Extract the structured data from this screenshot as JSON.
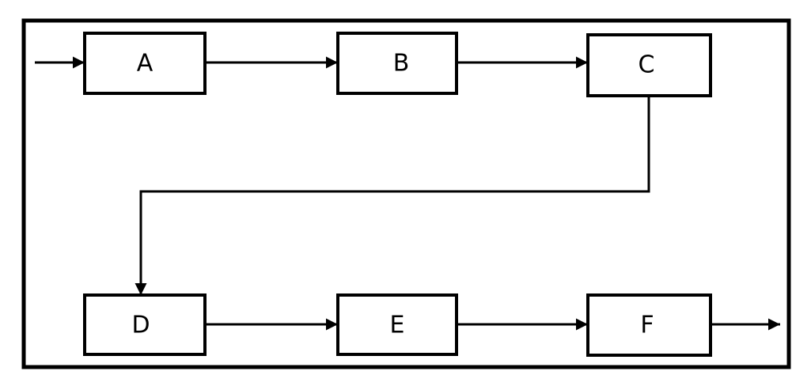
{
  "diagram": {
    "type": "flowchart",
    "colors": {
      "stroke": "#000000",
      "background": "#ffffff"
    },
    "nodes": [
      {
        "id": "A",
        "label": "A"
      },
      {
        "id": "B",
        "label": "B"
      },
      {
        "id": "C",
        "label": "C"
      },
      {
        "id": "D",
        "label": "D"
      },
      {
        "id": "E",
        "label": "E"
      },
      {
        "id": "F",
        "label": "F"
      }
    ],
    "edges": [
      {
        "from": "input",
        "to": "A"
      },
      {
        "from": "A",
        "to": "B"
      },
      {
        "from": "B",
        "to": "C"
      },
      {
        "from": "C",
        "to": "D"
      },
      {
        "from": "D",
        "to": "E"
      },
      {
        "from": "E",
        "to": "F"
      },
      {
        "from": "F",
        "to": "output"
      }
    ]
  }
}
